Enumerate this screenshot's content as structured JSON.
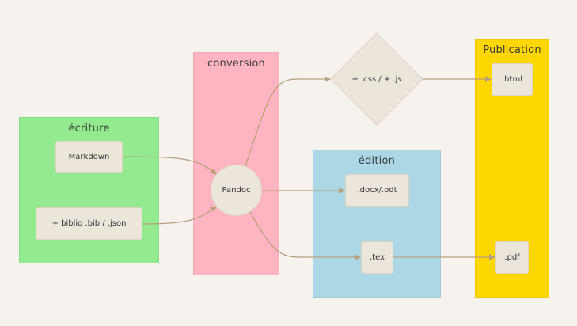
{
  "colors": {
    "background": "#f6f2ed",
    "ecriture": "#94ea8f",
    "conversion": "#ffb5c1",
    "edition": "#acd8e6",
    "publication": "#ffd700",
    "node": "#ece5da",
    "edge": "#b9a07c"
  },
  "groups": {
    "ecriture": "écriture",
    "conversion": "conversion",
    "edition": "édition",
    "publication": "Publication"
  },
  "nodes": {
    "markdown": "Markdown",
    "biblio": "+ biblio .bib / .json",
    "pandoc": "Pandoc",
    "css_js": "+ .css / + .js",
    "docx_odt": ".docx/.odt",
    "tex": ".tex",
    "html": ".html",
    "pdf": ".pdf"
  },
  "edges": [
    [
      "markdown",
      "pandoc"
    ],
    [
      "biblio",
      "pandoc"
    ],
    [
      "pandoc",
      "css_js"
    ],
    [
      "pandoc",
      "docx_odt"
    ],
    [
      "pandoc",
      "tex"
    ],
    [
      "css_js",
      "html"
    ],
    [
      "tex",
      "pdf"
    ]
  ]
}
